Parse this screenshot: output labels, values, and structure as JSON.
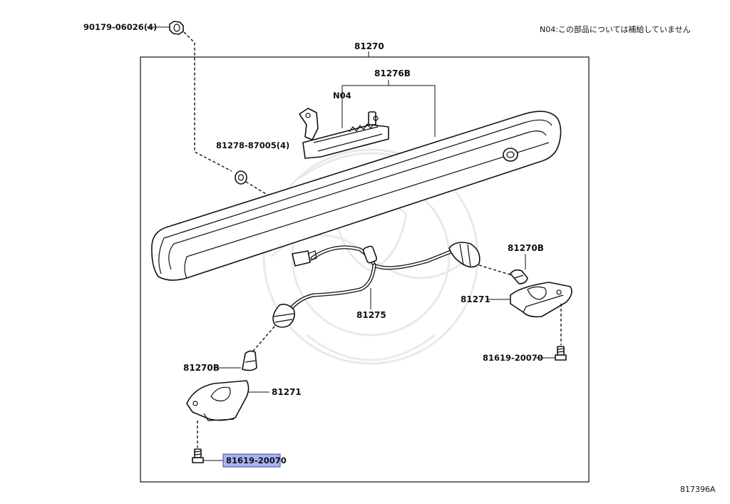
{
  "note": "N04:この部品については補給していません",
  "figure_code": "817396A",
  "labels": {
    "nut": "90179-06026(4)",
    "assembly": "81270",
    "handle": "81276B",
    "n04": "N04",
    "washer": "81278-87005(4)",
    "bulb_right": "81270B",
    "lamp_right": "81271",
    "wire": "81275",
    "screw_right": "81619-20070",
    "bulb_left": "81270B",
    "lamp_left": "81271",
    "screw_left": "81619-20070"
  },
  "highlight_color": "#aab3f2"
}
